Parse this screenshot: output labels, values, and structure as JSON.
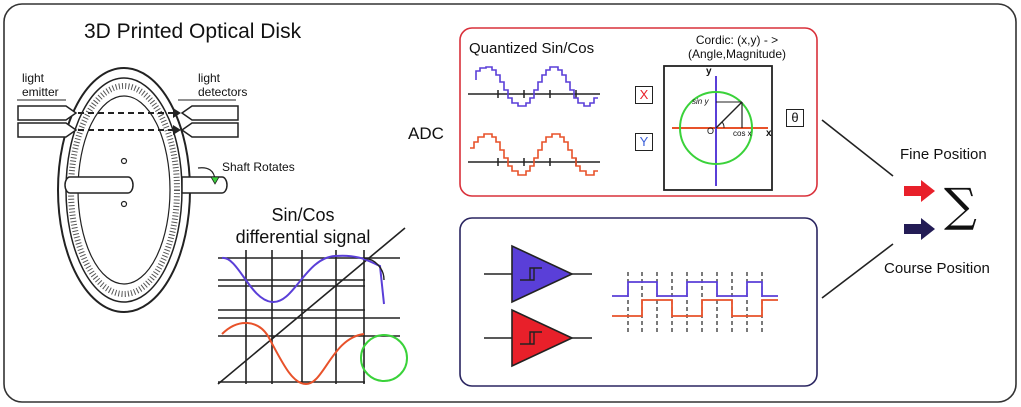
{
  "title": "3D Printed Optical Disk",
  "labels": {
    "light_emitter": [
      "light",
      "emitter"
    ],
    "light_detectors": [
      "light",
      "detectors"
    ],
    "shaft_rotates": "Shaft Rotates",
    "sincos_signal": [
      "Sin/Cos",
      "differential signal"
    ],
    "adc": "ADC",
    "quantized": "Quantized Sin/Cos",
    "cordic": [
      "Cordic: (x,y) - >",
      "(Angle,Magnitude)"
    ],
    "box_x": "X",
    "box_y": "Y",
    "theta": "θ",
    "axis_x": "x",
    "axis_y": "y",
    "sin_y": "sin y",
    "cos_x": "cos x",
    "origin": "O",
    "fine_position": "Fine Position",
    "course_position": "Course Position",
    "sum_symbol": "∑"
  },
  "colors": {
    "border": "#333333",
    "adc_box": "#d9303a",
    "comp_box": "#2a2560",
    "sin_blue": "#5a3fd8",
    "cos_red": "#e8522a",
    "circle_green": "#3ad23a",
    "arrow_red": "#e8202a",
    "arrow_navy": "#231c55"
  },
  "icons": [
    "sum-symbol",
    "arrow-right-icon"
  ]
}
